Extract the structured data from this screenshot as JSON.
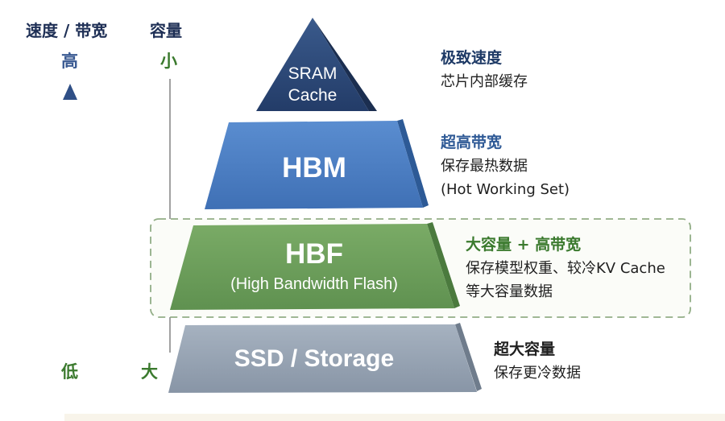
{
  "headers": {
    "speed_bandwidth": "速度 / 带宽",
    "capacity": "容量"
  },
  "speed_axis": {
    "top": "高",
    "bottom": "低"
  },
  "capacity_axis": {
    "top": "小",
    "bottom": "大"
  },
  "colors": {
    "navy": "#2b4672",
    "blue": "#4677bc",
    "green": "#6a9a58",
    "gray": "#95a2b1",
    "accent_green": "#3b7a2e",
    "axis_blue": "#3a5a92"
  },
  "layers": [
    {
      "key": "sram",
      "title_lines": [
        "SRAM",
        "Cache"
      ],
      "desc_head": "极致速度",
      "desc_lines": [
        "芯片内部缓存"
      ]
    },
    {
      "key": "hbm",
      "title_lines": [
        "HBM"
      ],
      "desc_head": "超高带宽",
      "desc_lines": [
        "保存最热数据",
        "(Hot Working Set)"
      ]
    },
    {
      "key": "hbf",
      "title_lines": [
        "HBF",
        "(High Bandwidth Flash)"
      ],
      "desc_head": "大容量 + 高带宽",
      "desc_lines": [
        "保存模型权重、较冷KV Cache",
        "等大容量数据"
      ]
    },
    {
      "key": "ssd",
      "title_lines": [
        "SSD / Storage"
      ],
      "desc_head": "超大容量",
      "desc_lines": [
        "保存更冷数据"
      ]
    }
  ]
}
